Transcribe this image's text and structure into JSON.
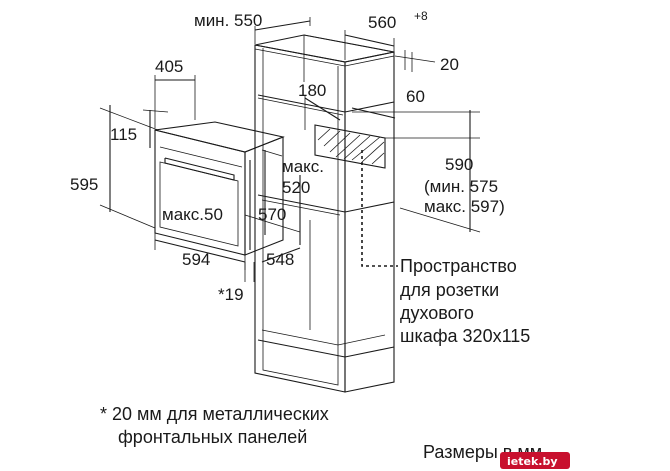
{
  "dimensions": {
    "min550": "мин. 550",
    "d560": "560",
    "d560_sup": "+8",
    "d20": "20",
    "d405": "405",
    "d180": "180",
    "d60": "60",
    "d115": "115",
    "d595": "595",
    "max520_line1": "макс.",
    "max520_line2": "520",
    "d590_line1": "590",
    "d590_line2": "(мин. 575",
    "d590_line3": "макс. 597)",
    "max50": "макс.50",
    "d570": "570",
    "d594": "594",
    "d548": "548",
    "star19": "*19"
  },
  "socket_note": {
    "line1": "Пространство",
    "line2": "для розетки",
    "line3": "духового",
    "line4": "шкафа 320x115"
  },
  "footnote": {
    "line1": "* 20 мм для металлических",
    "line2": "фронтальных панелей"
  },
  "units_note": "Размеры в мм",
  "watermark": "ietek.by"
}
